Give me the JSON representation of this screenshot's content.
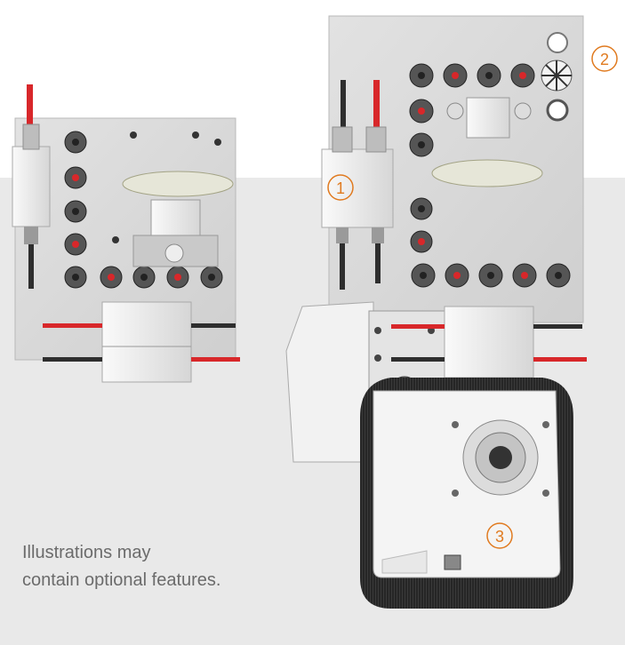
{
  "caption": {
    "line1": "Illustrations may",
    "line2": "contain optional features."
  },
  "callouts": {
    "one": "1",
    "two": "2",
    "three": "3"
  },
  "colors": {
    "background_band": "#e9e9e9",
    "callout_orange": "#e07a1f",
    "drill_red": "#d8272a",
    "plate_gray": "#d9d9d9",
    "caption_gray": "#6b6b6b"
  }
}
